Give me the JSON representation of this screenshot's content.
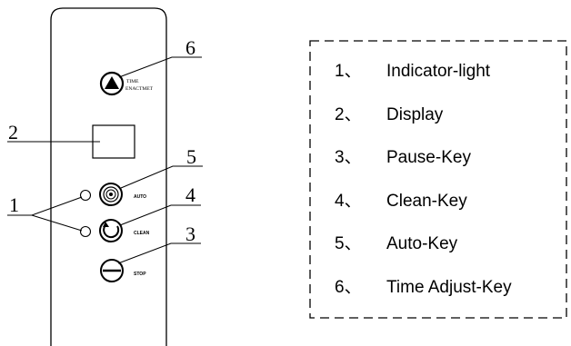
{
  "panel": {
    "labels": {
      "time_enactmet": [
        "TIME",
        "ENACTMET"
      ],
      "auto": "AUTO",
      "clean": "CLEAN",
      "stop": "STOP"
    }
  },
  "callouts": [
    "6",
    "2",
    "5",
    "1",
    "4",
    "3"
  ],
  "legend": {
    "items": [
      {
        "number": "1、",
        "label": "Indicator-light"
      },
      {
        "number": "2、",
        "label": "Display"
      },
      {
        "number": "3、",
        "label": "Pause-Key"
      },
      {
        "number": "4、",
        "label": "Clean-Key"
      },
      {
        "number": "5、",
        "label": "Auto-Key"
      },
      {
        "number": "6、",
        "label": "Time Adjust-Key"
      }
    ]
  }
}
